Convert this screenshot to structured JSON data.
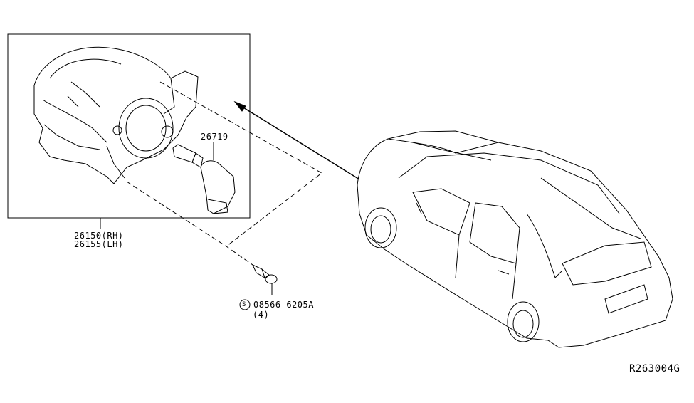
{
  "diagram": {
    "title": "Fog lamp assembly",
    "parts": [
      {
        "number": "26150",
        "side": "(RH)"
      },
      {
        "number": "26155",
        "side": "(LH)"
      },
      {
        "number": "26719"
      },
      {
        "number": "08566-6205A",
        "symbol": "S",
        "quantity": "(4)"
      }
    ],
    "reference_code": "R263004G"
  }
}
